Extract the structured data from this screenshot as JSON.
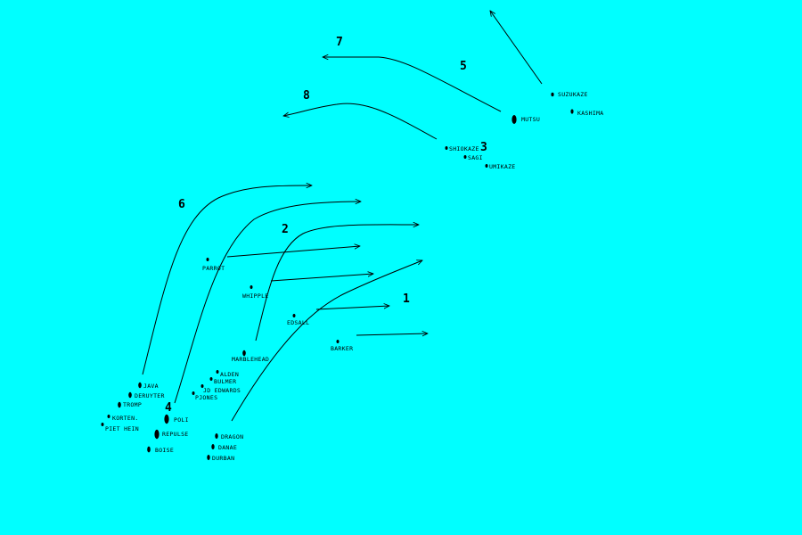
{
  "map": {
    "background": "#00FFFF",
    "ink": "#000000",
    "group_numbers": [
      "7",
      "5",
      "8",
      "3",
      "6",
      "2",
      "1",
      "4"
    ],
    "ships": [
      {
        "id": "suzukaze",
        "name": "SUZUKAZE",
        "size": "small"
      },
      {
        "id": "kashima",
        "name": "KASHIMA",
        "size": "small"
      },
      {
        "id": "mutsu",
        "name": "MUTSU",
        "size": "large"
      },
      {
        "id": "shiokaze",
        "name": "SHIOKAZE",
        "size": "small"
      },
      {
        "id": "sagi",
        "name": "SAGI",
        "size": "small"
      },
      {
        "id": "umikaze",
        "name": "UMIKAZE",
        "size": "small"
      },
      {
        "id": "parrot",
        "name": "PARROT",
        "size": "small"
      },
      {
        "id": "whipple",
        "name": "WHIPPLE",
        "size": "small"
      },
      {
        "id": "edsall",
        "name": "EDSALL",
        "size": "small"
      },
      {
        "id": "barker",
        "name": "BARKER",
        "size": "small"
      },
      {
        "id": "marblehead",
        "name": "MARBLEHEAD",
        "size": "medium"
      },
      {
        "id": "alden",
        "name": "ALDEN",
        "size": "small"
      },
      {
        "id": "bulmer",
        "name": "BULMER",
        "size": "small"
      },
      {
        "id": "jd-edwards",
        "name": "JD EDWARDS",
        "size": "small"
      },
      {
        "id": "pjones",
        "name": "PJONES",
        "size": "small"
      },
      {
        "id": "java",
        "name": "JAVA",
        "size": "medium"
      },
      {
        "id": "deruyter",
        "name": "DERUYTER",
        "size": "medium"
      },
      {
        "id": "tromp",
        "name": "TROMP",
        "size": "medium"
      },
      {
        "id": "kortenaer",
        "name": "KORTEN.",
        "size": "small"
      },
      {
        "id": "piet-hein",
        "name": "PIET HEIN",
        "size": "small"
      },
      {
        "id": "poli",
        "name": "POLI",
        "size": "large"
      },
      {
        "id": "repulse",
        "name": "REPULSE",
        "size": "large"
      },
      {
        "id": "boise",
        "name": "BOISE",
        "size": "medium"
      },
      {
        "id": "dragon",
        "name": "DRAGON",
        "size": "medium"
      },
      {
        "id": "danae",
        "name": "DANAE",
        "size": "medium"
      },
      {
        "id": "durban",
        "name": "DURBAN",
        "size": "medium"
      }
    ]
  }
}
